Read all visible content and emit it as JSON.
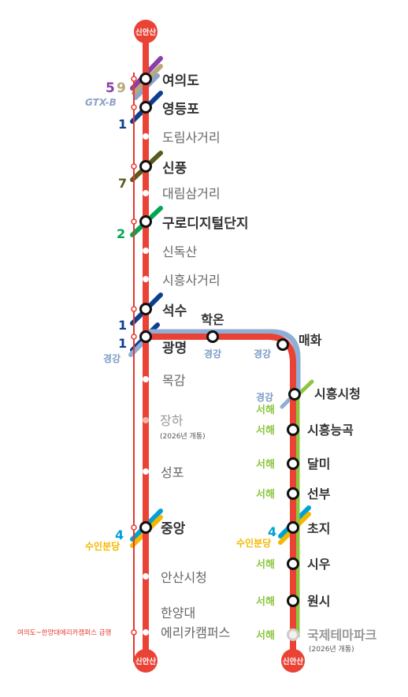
{
  "colors": {
    "sinansan": "#ea4335",
    "express": "#e6382f",
    "line1": "#0d3f8f",
    "line2": "#00a650",
    "line4": "#00a2d6",
    "line5": "#8a3fa8",
    "line7": "#5a5a1a",
    "line9": "#b9a97a",
    "gtxb": "#8fa3c9",
    "gyeonggang": "#8eaed6",
    "seohae": "#8dc63f",
    "suinbundang": "#f5b800",
    "major": "#333333",
    "minor": "#666666",
    "future": "#999999"
  },
  "terminals": {
    "top": "신안산",
    "bottom_main": "신안산",
    "bottom_branch": "신안산"
  },
  "main_stations": [
    {
      "name": "여의도",
      "major": true
    },
    {
      "name": "영등포",
      "major": true
    },
    {
      "name": "도림사거리",
      "major": false
    },
    {
      "name": "신풍",
      "major": true
    },
    {
      "name": "대림삼거리",
      "major": false
    },
    {
      "name": "구로디지털단지",
      "major": true
    },
    {
      "name": "신독산",
      "major": false
    },
    {
      "name": "시흥사거리",
      "major": false
    },
    {
      "name": "석수",
      "major": true
    },
    {
      "name": "광명",
      "major": true
    },
    {
      "name": "목감",
      "major": false
    },
    {
      "name": "장하",
      "major": false,
      "note": "(2026년 개통)"
    },
    {
      "name": "성포",
      "major": false
    },
    {
      "name": "중앙",
      "major": true
    },
    {
      "name": "안산시청",
      "major": false
    },
    {
      "name": "한양대",
      "name2": "에리카캠퍼스",
      "major": false
    }
  ],
  "branch_stations": [
    {
      "name": "학온"
    },
    {
      "name": "매화"
    },
    {
      "name": "시흥시청"
    },
    {
      "name": "시흥능곡"
    },
    {
      "name": "달미"
    },
    {
      "name": "선부"
    },
    {
      "name": "초지"
    },
    {
      "name": "시우"
    },
    {
      "name": "원시"
    },
    {
      "name": "국제테마파크",
      "note": "(2026년 개통)"
    }
  ],
  "transfers": {
    "line5": "5",
    "line9": "9",
    "gtxb": "GTX-B",
    "line1_yeongdeungpo": "1",
    "line7": "7",
    "line2": "2",
    "line1_seoksu": "1",
    "line1_gwangmyeong": "1",
    "gyeonggang_gwangmyeong": "경강",
    "gyeonggang_hakon": "경강",
    "gyeonggang_maehwa": "경강",
    "gyeonggang_siheung": "경강",
    "seohae_siheung": "서해",
    "seohae_neunggok": "서해",
    "seohae_dalmi": "서해",
    "seohae_seonbu": "서해",
    "line4_jungang": "4",
    "suin_jungang": "수인분당",
    "line4_choji": "4",
    "suin_choji": "수인분당",
    "seohae_choji": "서해",
    "seohae_siu": "서해",
    "seohae_wonsi": "서해",
    "seohae_theme": "서해"
  },
  "express_label": "여의도~한양대에리카캠퍼스 급행"
}
